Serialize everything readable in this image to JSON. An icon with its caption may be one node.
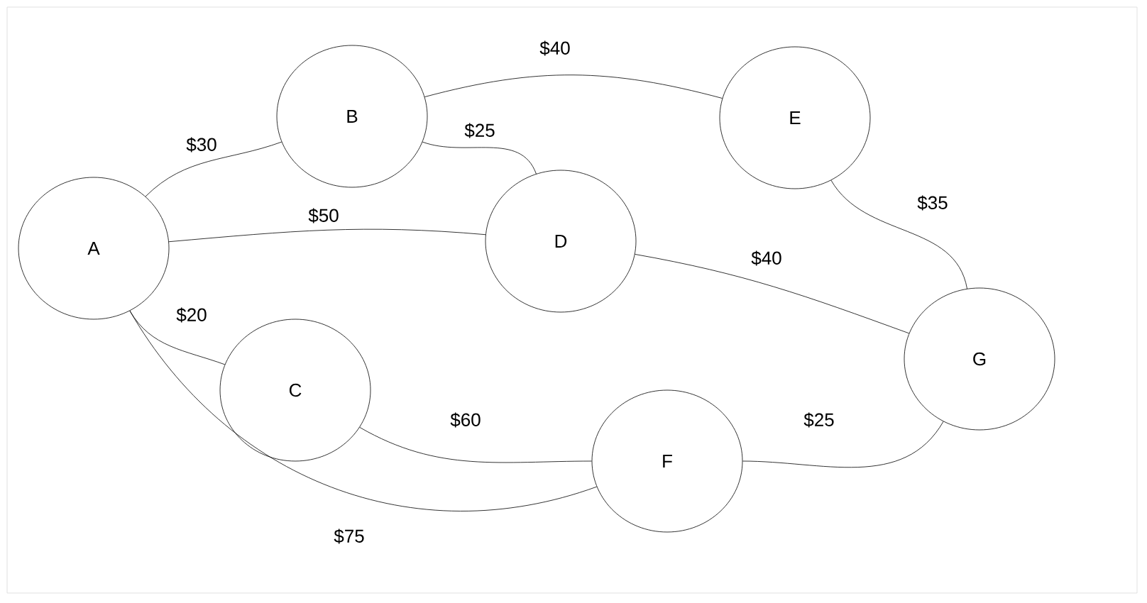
{
  "diagram": {
    "nodes": [
      {
        "text": [
          "A"
        ]
      },
      {
        "text": [
          "B"
        ]
      },
      {
        "text": [
          "C"
        ]
      },
      {
        "text": [
          "D"
        ]
      },
      {
        "text": [
          "E"
        ]
      },
      {
        "text": [
          "F"
        ]
      },
      {
        "text": [
          "G"
        ]
      }
    ],
    "edges": [
      {
        "from": 0,
        "to": 1,
        "arrow": "none",
        "label": "$30"
      },
      {
        "from": 1,
        "to": 4,
        "arrow": "none",
        "label": "$40"
      },
      {
        "from": 1,
        "to": 3,
        "arrow": "none",
        "label": "$25"
      },
      {
        "from": 0,
        "to": 3,
        "arrow": "none",
        "label": "$50"
      },
      {
        "from": 3,
        "to": 6,
        "arrow": "none",
        "label": "$40"
      },
      {
        "from": 4,
        "to": 6,
        "arrow": "none",
        "label": "$35"
      },
      {
        "from": 0,
        "to": 2,
        "arrow": "none",
        "label": "$20"
      },
      {
        "from": 2,
        "to": 5,
        "arrow": "none",
        "label": "$60"
      },
      {
        "from": 5,
        "to": 6,
        "arrow": "none",
        "label": "$25"
      },
      {
        "from": 0,
        "to": 5,
        "arrow": "none",
        "label": "$75"
      }
    ]
  }
}
